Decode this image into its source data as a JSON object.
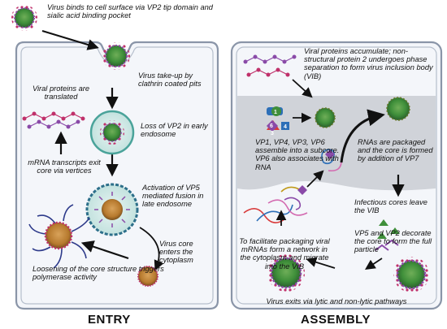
{
  "labels": {
    "virus_binds": "Virus binds to cell surface via VP2 tip domain and sialic acid binding pocket",
    "take_up": "Virus take-up by clathrin coated pits",
    "loss_vp2": "Loss of VP2 in early endosome",
    "activation_vp5": "Activation of VP5 mediated fusion in late endosome",
    "core_enters": "Virus core enters the cytoplasm",
    "loosening": "Loosening of the core structure triggers polymerase activity",
    "mrna_exit": "mRNA transcripts exit core via vertices",
    "translated": "Viral proteins are translated",
    "accumulate": "Viral proteins accumulate; non-structural protein 2 undergoes phase separation to form virus inclusion body (VIB)",
    "subcore": "VP1, VP4, VP3, VP6 assemble into a subcore. VP6 also associates with RNA",
    "packaged": "RNAs are packaged and the core is formed by addition of VP7",
    "leave_vib": "Infectious cores leave the VIB",
    "decorate": "VP5 and VP2 decorate the core to form the full particle",
    "packaging": "To facilitate packaging viral mRNAs form a network in the cytoplasm and migrate into the VIB",
    "exits": "Virus exits via lytic and non-lytic pathways"
  },
  "panels": {
    "entry": "ENTRY",
    "assembly": "ASSEMBLY"
  },
  "protein_tags": {
    "vp1": "1",
    "vp4": "4",
    "vp6": "6",
    "vp3": "3"
  },
  "colors": {
    "cell_border": "#8a95a8",
    "cell_fill": "#f4f6fa",
    "vib_fill": "#c9ccd2",
    "core_green": "#3f8f3a",
    "spike_red": "#c0306a",
    "spike_purple": "#8a4aa8",
    "rna_pink": "#d36ab0",
    "arrow": "#111111"
  }
}
